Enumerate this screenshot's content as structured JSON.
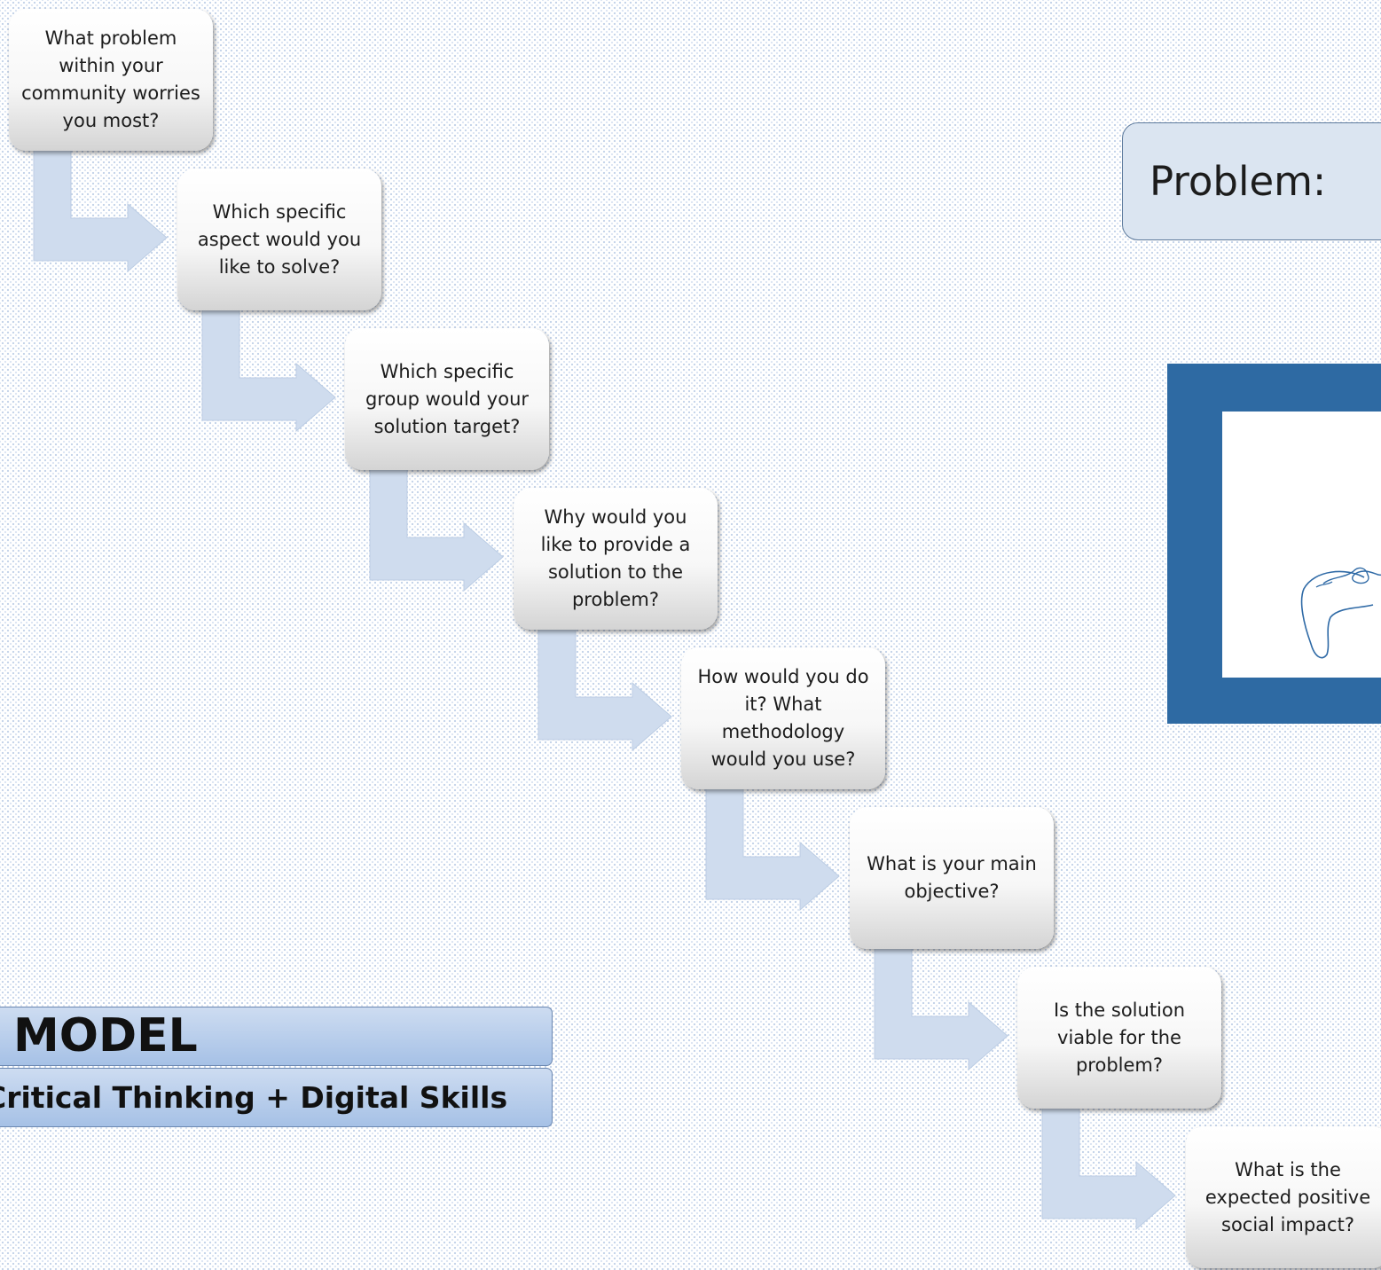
{
  "steps": [
    "What problem within your community worries you most?",
    "Which specific aspect would you like to solve?",
    "Which specific group would your solution target?",
    "Why would you like to provide a solution to the problem?",
    "How would you do it? What methodology would you use?",
    "What is your main objective?",
    "Is the solution viable for the problem?",
    "What is the expected positive social impact?"
  ],
  "problem_label": "Problem:",
  "model_title": "MODEL",
  "model_subtitle": "Critical Thinking + Digital Skills",
  "colors": {
    "connector": "#cfdcee",
    "frame": "#2e6aa3",
    "doodle": "#2f6aa6",
    "banner": "#a6c1e6",
    "problem_box": "#dbe5f1"
  }
}
